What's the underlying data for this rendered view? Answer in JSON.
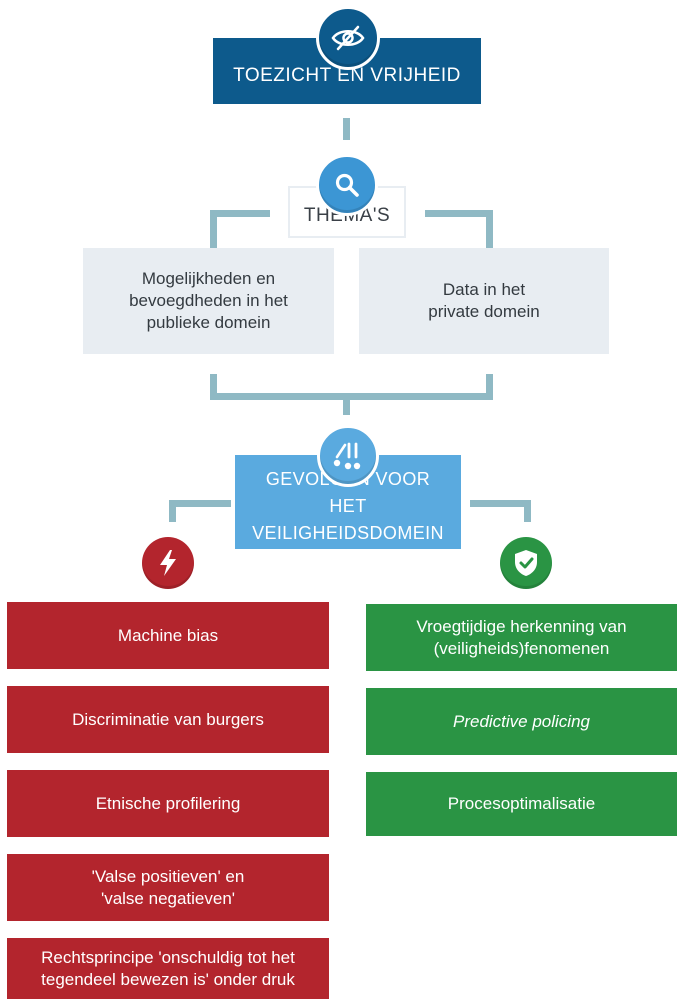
{
  "header": {
    "title": "TOEZICHT EN VRIJHEID",
    "icon": "eye-slash-icon",
    "color": "#0d5a8c"
  },
  "themes": {
    "title": "THEMA'S",
    "icon": "magnifier-icon",
    "items": [
      {
        "label": "Mogelijkheden en bevoegdheden in het publieke domein"
      },
      {
        "label": "Data in het private domein"
      }
    ]
  },
  "consequences": {
    "title": "GEVOLGEN VOOR HET VEILIGHEIDSDOMEIN",
    "icon": "scales-icon",
    "color": "#5aaadf"
  },
  "negative": {
    "icon": "lightning-icon",
    "color": "#b3252d",
    "items": [
      {
        "label": "Machine bias"
      },
      {
        "label": "Discriminatie van burgers"
      },
      {
        "label": "Etnische profilering"
      },
      {
        "label": "'Valse positieven' en 'valse negatieven'"
      },
      {
        "label": "Rechtsprincipe 'onschuldig tot het tegendeel bewezen is' onder druk"
      }
    ]
  },
  "positive": {
    "icon": "shield-check-icon",
    "color": "#2a9444",
    "items": [
      {
        "label": "Vroegtijdige herkenning van (veiligheids)fenomenen"
      },
      {
        "label": "Predictive policing"
      },
      {
        "label": "Procesoptimalisatie"
      }
    ]
  },
  "connector_color": "#8fb9c4"
}
